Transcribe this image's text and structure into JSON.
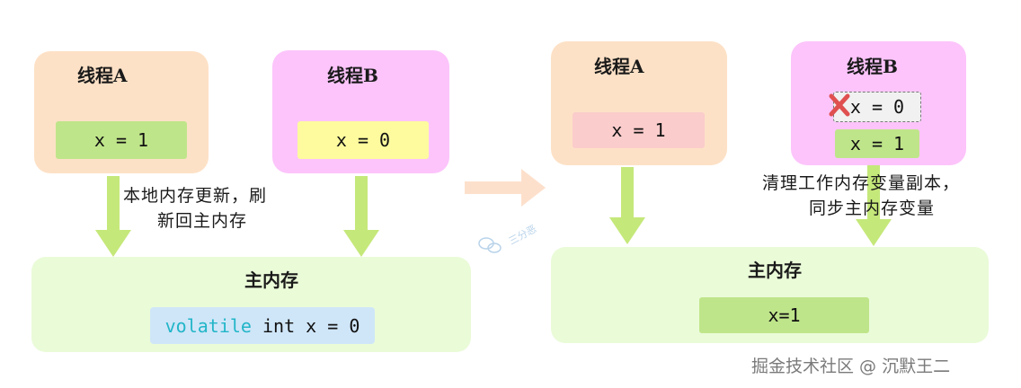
{
  "left": {
    "thread_a": {
      "title": "线程A",
      "value": "x = 1"
    },
    "thread_b": {
      "title": "线程B",
      "value": "x = 0"
    },
    "note_line1": "本地内存更新，刷",
    "note_line2": "新回主内存",
    "main_memory": {
      "title": "主内存",
      "code_keyword": "volatile",
      "code_rest": " int x = 0"
    }
  },
  "right": {
    "thread_a": {
      "title": "线程A",
      "value": "x = 1"
    },
    "thread_b": {
      "title": "线程B",
      "stale_value": "x = 0",
      "new_value": "x = 1"
    },
    "note_line1": "清理工作内存变量副本，",
    "note_line2": "同步主内存变量",
    "main_memory": {
      "title": "主内存",
      "value": "x=1"
    }
  },
  "logo_text": "三分恶",
  "watermark": "掘金技术社区 @ 沉默王二",
  "colors": {
    "thread_a_bg": "#fde1c6",
    "thread_b_bg": "#fcc4fb",
    "main_memory_bg": "#eafbd8",
    "arrow_green": "#c5e87a",
    "transition_arrow": "#fde0cc",
    "invalid_mark": "#e05050"
  }
}
